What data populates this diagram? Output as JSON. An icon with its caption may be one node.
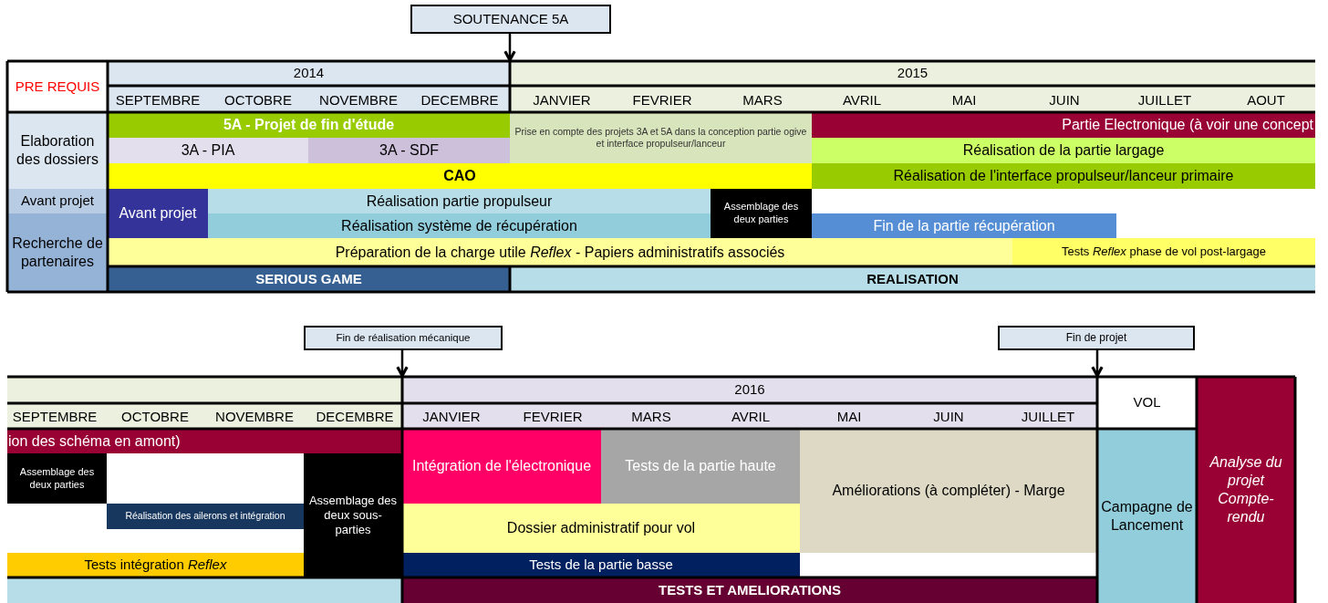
{
  "diagram": {
    "nodes": [
      {
        "text": [
          "SOUTENANCE 5A"
        ]
      },
      {
        "text": [
          "PRE REQUIS"
        ]
      },
      {
        "text": [
          "2014"
        ]
      },
      {
        "text": [
          "2015"
        ]
      },
      {
        "text": [
          "Elaboration des dossiers"
        ]
      },
      {
        "text": [
          "5A - Projet de fin d'étude"
        ]
      },
      {
        "text": [
          "Prise en compte des projets 3A et 5A dans la conception partie ogive et interface propulseur/lanceur"
        ]
      },
      {
        "text": [
          "Partie Electronique (à voir une concept"
        ]
      },
      {
        "text": [
          "3A - PIA"
        ]
      },
      {
        "text": [
          "3A - SDF"
        ]
      },
      {
        "text": [
          "Réalisation de la partie largage"
        ]
      },
      {
        "text": [
          "CAO"
        ]
      },
      {
        "text": [
          "Réalisation de l'interface propulseur/lanceur primaire"
        ]
      },
      {
        "text": [
          "Avant projet"
        ]
      },
      {
        "text": [
          "Avant projet"
        ]
      },
      {
        "text": [
          "Réalisation partie propulseur"
        ]
      },
      {
        "text": [
          "Assemblage des deux parties"
        ]
      },
      {
        "text": [
          "Recherche de partenaires"
        ]
      },
      {
        "text": [
          "Réalisation système de récupération"
        ]
      },
      {
        "text": [
          "Fin de la partie récupération"
        ]
      },
      {
        "text": [
          "Préparation de la charge utile *Reflex* - Papiers administratifs associés"
        ]
      },
      {
        "text": [
          "Tests *Reflex* phase de vol post-largage"
        ]
      },
      {
        "text": [
          "SERIOUS GAME"
        ]
      },
      {
        "text": [
          "REALISATION"
        ]
      },
      {
        "text": [
          "Fin de réalisation mécanique"
        ]
      },
      {
        "text": [
          "Fin de projet"
        ]
      },
      {
        "text": [
          "2016"
        ]
      },
      {
        "text": [
          "VOL"
        ]
      },
      {
        "text": [
          "Analyse du projet Compte-rendu"
        ]
      },
      {
        "text": [
          "ion des schéma en amont)"
        ]
      },
      {
        "text": [
          "Intégration de l'électronique"
        ]
      },
      {
        "text": [
          "Tests de la partie haute"
        ]
      },
      {
        "text": [
          "Améliorations (à compléter) - Marge"
        ]
      },
      {
        "text": [
          "Assemblage des deux parties"
        ]
      },
      {
        "text": [
          "Assemblage des deux sous-parties"
        ]
      },
      {
        "text": [
          "Campagne de Lancement"
        ]
      },
      {
        "text": [
          "Réalisation des ailerons et intégration"
        ]
      },
      {
        "text": [
          "Dossier administratif pour vol"
        ]
      },
      {
        "text": [
          "Tests intégration *Reflex*"
        ]
      },
      {
        "text": [
          "Tests de la partie basse"
        ]
      },
      {
        "text": [
          "TESTS ET AMELIORATIONS"
        ]
      }
    ],
    "edges": [
      {
        "from": 0,
        "to": 2,
        "arrow": "to"
      },
      {
        "from": 24,
        "to": 26,
        "arrow": "to"
      },
      {
        "from": 25,
        "to": 27,
        "arrow": "to"
      }
    ],
    "labels": [
      "SEPTEMBRE",
      "OCTOBRE",
      "NOVEMBRE",
      "DECEMBRE",
      "JANVIER",
      "FEVRIER",
      "MARS",
      "AVRIL",
      "MAI",
      "JUIN",
      "JUILLET",
      "AOUT",
      "SEPTEMBRE",
      "OCTOBRE",
      "NOVEMBRE",
      "DECEMBRE",
      "JANVIER",
      "FEVRIER",
      "MARS",
      "AVRIL",
      "MAI",
      "JUIN",
      "JUILLET"
    ]
  }
}
